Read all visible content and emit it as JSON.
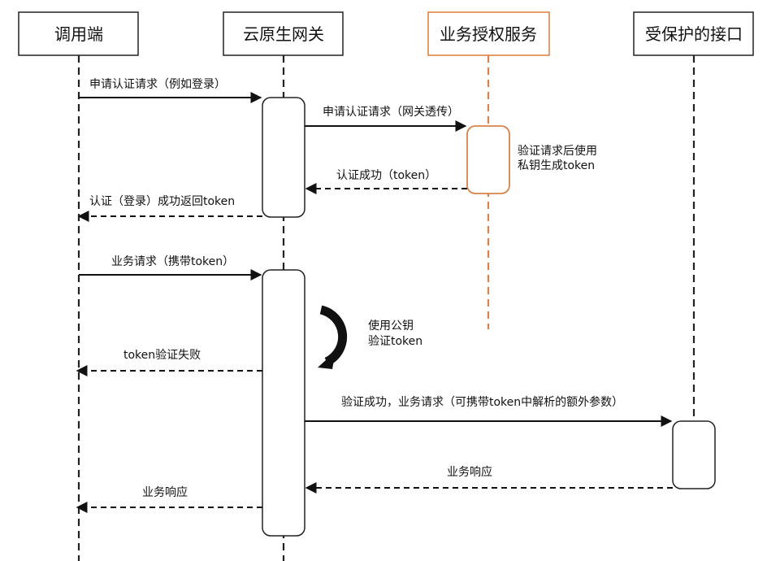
{
  "participants": [
    {
      "label": "调用端"
    },
    {
      "label": "云原生网关"
    },
    {
      "label": "业务授权服务"
    },
    {
      "label": "受保护的接口"
    }
  ],
  "messages": [
    {
      "label": "申请认证请求（例如登录）"
    },
    {
      "label": "申请认证请求（网关透传）"
    },
    {
      "label": "认证成功（token）"
    },
    {
      "label": "认证（登录）成功返回token"
    },
    {
      "label": "业务请求（携带token）"
    },
    {
      "label": "token验证失败"
    },
    {
      "label": "验证成功，业务请求（可携带token中解析的额外参数）"
    },
    {
      "label": "业务响应"
    },
    {
      "label": "业务响应"
    }
  ],
  "notes": {
    "auth_service": [
      "验证请求后使用",
      "私钥生成token"
    ],
    "gateway_self": [
      "使用公钥",
      "验证token"
    ]
  },
  "colors": {
    "accent": "#e07b39"
  }
}
